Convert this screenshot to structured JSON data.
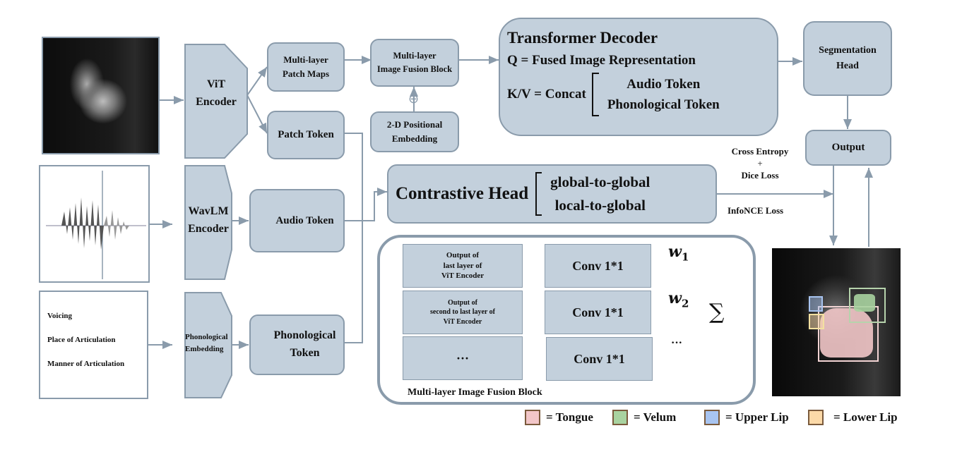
{
  "inputs": {
    "mri_image": "input MRI frame",
    "waveform": "audio waveform",
    "phonological_features": [
      "Voicing",
      "Place of Articulation",
      "Manner of Articulation"
    ]
  },
  "encoders": {
    "vit": [
      "ViT",
      "Encoder"
    ],
    "wavlm": [
      "WavLM",
      "Encoder"
    ],
    "phon": [
      "Phonological",
      "Embedding"
    ]
  },
  "tokens": {
    "patch_maps": [
      "Multi-layer",
      "Patch Maps"
    ],
    "patch_token": "Patch Token",
    "audio_token": "Audio Token",
    "phon_token": [
      "Phonological",
      "Token"
    ]
  },
  "fusion": {
    "block": [
      "Multi-layer",
      "Image Fusion Block"
    ],
    "positional": [
      "2-D Positional",
      "Embedding"
    ],
    "plus_symbol": "⊕"
  },
  "decoder": {
    "title": "Transformer Decoder",
    "q_line": "Q = Fused Image Representation",
    "kv_prefix": "K/V = Concat",
    "kv_items": [
      "Audio Token",
      "Phonological Token"
    ]
  },
  "segmentation_head": [
    "Segmentation",
    "Head"
  ],
  "output": "Output",
  "losses": {
    "ce_line1": "Cross Entropy",
    "ce_plus": "+",
    "ce_line2": "Dice Loss",
    "infonce": "InfoNCE Loss"
  },
  "contrastive": {
    "title": "Contrastive Head",
    "items": [
      "global-to-global",
      "local-to-global"
    ]
  },
  "fusion_detail": {
    "caption": "Multi-layer Image Fusion Block",
    "rows": [
      {
        "input": [
          "Output of",
          "last layer of",
          "ViT Encoder"
        ],
        "conv": "Conv 1*1",
        "weight": "w",
        "sub": "1"
      },
      {
        "input": [
          "Output of",
          "second to last layer of",
          "ViT Encoder"
        ],
        "conv": "Conv 1*1",
        "weight": "w",
        "sub": "2"
      },
      {
        "input": [
          "···"
        ],
        "conv": "Conv 1*1",
        "weight": "···",
        "sub": ""
      }
    ],
    "sum_symbol": "∑"
  },
  "legend": [
    {
      "label": "= Tongue",
      "color": "#f2c6c8"
    },
    {
      "label": "= Velum",
      "color": "#a9d3a0"
    },
    {
      "label": "= Upper Lip",
      "color": "#a8c4f0"
    },
    {
      "label": "= Lower Lip",
      "color": "#fbd9a8"
    }
  ]
}
